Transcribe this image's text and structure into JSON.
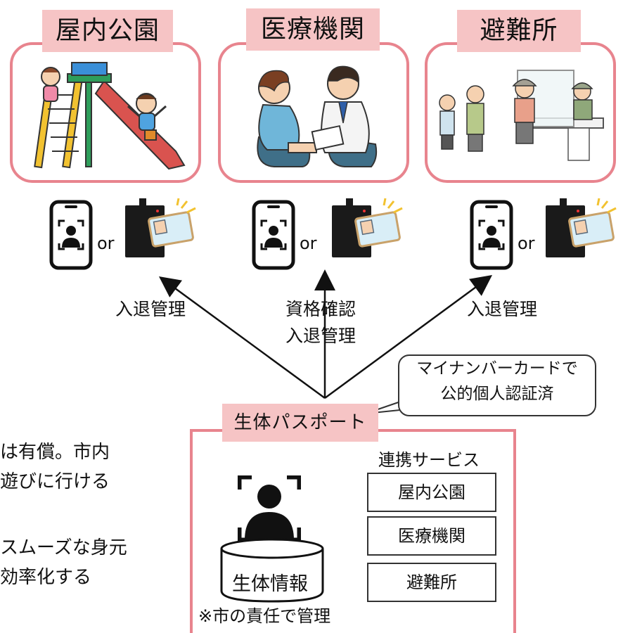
{
  "facilities": [
    {
      "title": "屋内公園",
      "scene": "slide-playground-illustration"
    },
    {
      "title": "医療機関",
      "scene": "doctor-patient-illustration"
    },
    {
      "title": "避難所",
      "scene": "evacuation-reception-illustration"
    }
  ],
  "or_text": "or",
  "arrow_labels": {
    "left": "入退管理",
    "center_line1": "資格確認",
    "center_line2": "入退管理",
    "right": "入退管理"
  },
  "callout": {
    "line1": "マイナンバーカードで",
    "line2": "公的個人認証済"
  },
  "passport": {
    "title": "生体パスポート",
    "services_heading": "連携サービス",
    "services": [
      "屋内公園",
      "医療機関",
      "避難所"
    ],
    "db_label": "生体情報",
    "note": "※市の責任で管理"
  },
  "left_text": {
    "line1": "は有償。市内",
    "line2": "遊びに行ける",
    "line3": "スムーズな身元",
    "line4": "効率化する"
  },
  "colors": {
    "card_border": "#e8848e",
    "tab_fill": "#f6c4c5",
    "slide_red": "#d9534f",
    "slide_yellow": "#f2c230",
    "coat_white": "#f4f4f4"
  }
}
